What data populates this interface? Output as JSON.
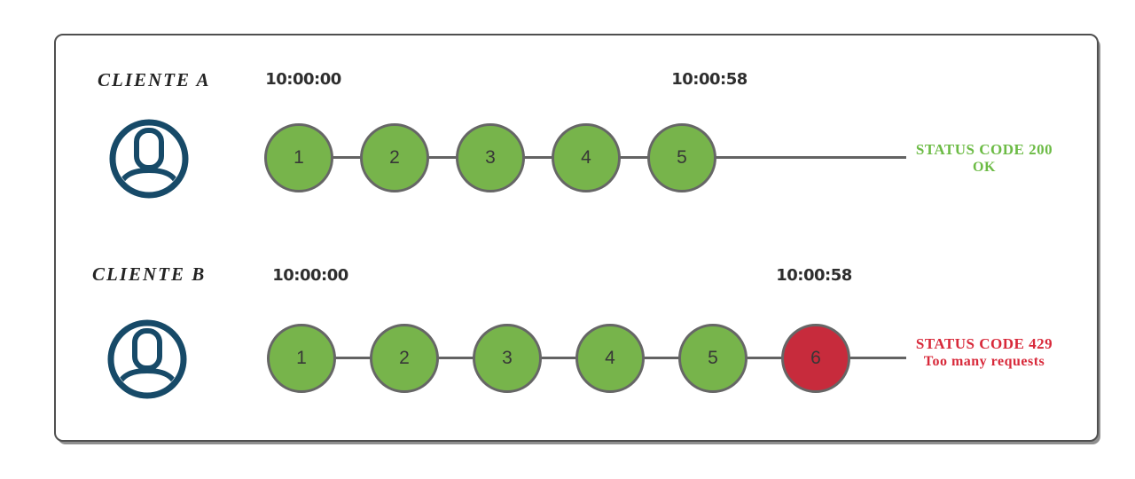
{
  "diagram": {
    "rows": [
      {
        "client_label": "CLIENTE A",
        "start_time": "10:00:00",
        "end_time": "10:00:58",
        "requests": [
          {
            "label": "1",
            "state": "accepted"
          },
          {
            "label": "2",
            "state": "accepted"
          },
          {
            "label": "3",
            "state": "accepted"
          },
          {
            "label": "4",
            "state": "accepted"
          },
          {
            "label": "5",
            "state": "accepted"
          }
        ],
        "status": {
          "line1": "STATUS CODE 200",
          "line2": "OK",
          "type": "success"
        }
      },
      {
        "client_label": "CLIENTE B",
        "start_time": "10:00:00",
        "end_time": "10:00:58",
        "requests": [
          {
            "label": "1",
            "state": "accepted"
          },
          {
            "label": "2",
            "state": "accepted"
          },
          {
            "label": "3",
            "state": "accepted"
          },
          {
            "label": "4",
            "state": "accepted"
          },
          {
            "label": "5",
            "state": "accepted"
          },
          {
            "label": "6",
            "state": "rejected"
          }
        ],
        "status": {
          "line1": "STATUS CODE 429",
          "line2": "Too many requests",
          "type": "error"
        }
      }
    ],
    "colors": {
      "accepted": "#77b44b",
      "rejected": "#c72b3c",
      "success_text": "#6cbb45",
      "error_text": "#d8293a",
      "avatar": "#174a68",
      "connector": "#636363",
      "circle_border": "#666666"
    },
    "icons": {
      "avatar": "person-in-circle"
    }
  }
}
